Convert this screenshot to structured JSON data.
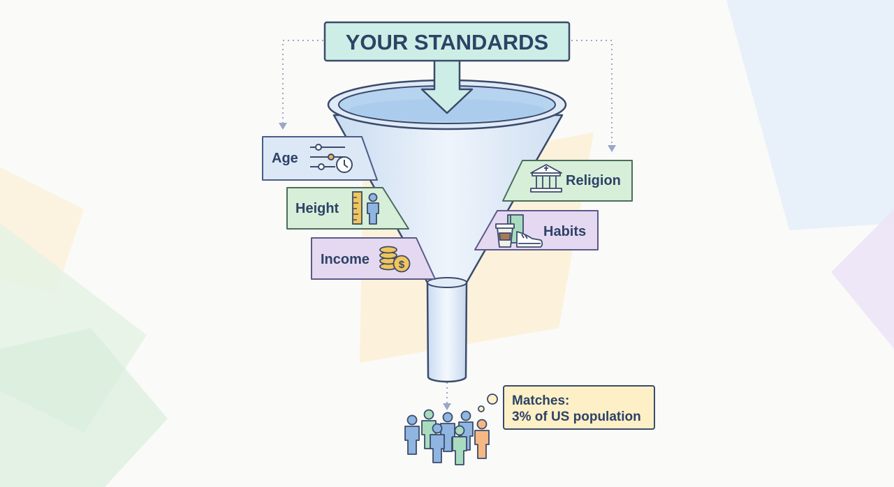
{
  "title": "YOUR STANDARDS",
  "criteria": {
    "left": [
      {
        "label": "Age",
        "icon": "sliders-clock-icon",
        "color": "#dce8f6",
        "stroke": "#4a5d86"
      },
      {
        "label": "Height",
        "icon": "ruler-person-icon",
        "color": "#d7eed9",
        "stroke": "#4a6d5a"
      },
      {
        "label": "Income",
        "icon": "coins-dollar-icon",
        "color": "#e5d9f2",
        "stroke": "#5c5a86"
      }
    ],
    "right": [
      {
        "label": "Religion",
        "icon": "temple-icon",
        "color": "#d7eed9",
        "stroke": "#4a6d5a"
      },
      {
        "label": "Habits",
        "icon": "coffee-book-shoe-icon",
        "color": "#e5d9f2",
        "stroke": "#5c5a86"
      }
    ]
  },
  "result": {
    "line1": "Matches:",
    "line2": "3% of US population",
    "icon": "people-group-icon",
    "color": "#fdf0c6"
  },
  "colors": {
    "funnel": "#dfeaf7",
    "outline": "#3b4a6b",
    "title_box": "#cdeee6",
    "arrow": "#cdeee6",
    "dotted": "#9aa6c8"
  }
}
